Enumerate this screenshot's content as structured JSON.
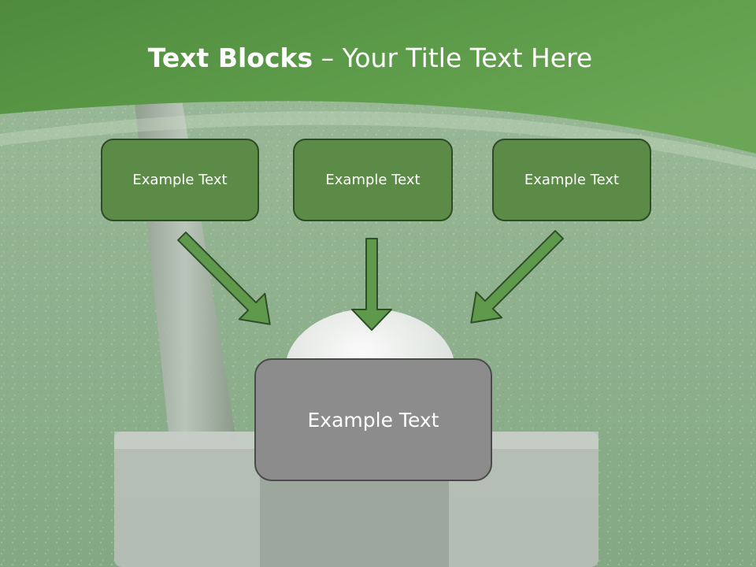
{
  "title": {
    "bold": "Text Blocks",
    "rest": " – Your Title Text Here"
  },
  "blocks": {
    "left": "Example Text",
    "center": "Example Text",
    "right": "Example Text",
    "bottom": "Example Text"
  },
  "colors": {
    "header_green": "#5e9a4a",
    "block_green": "#5b8b46",
    "arrow_green": "#5f9a4c",
    "block_grey": "#8c8c8c"
  },
  "icons": {
    "arrow_left": "down-right-arrow-icon",
    "arrow_center": "down-arrow-icon",
    "arrow_right": "down-left-arrow-icon"
  }
}
